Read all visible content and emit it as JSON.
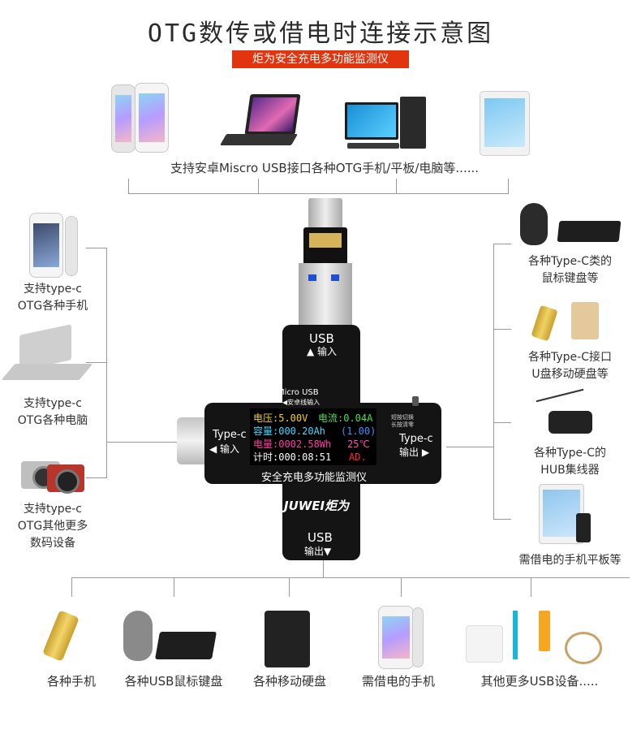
{
  "title": "OTG数传或借电时连接示意图",
  "subtitle": "炬为安全充电多功能监测仪",
  "top_label": "支持安卓Miscro USB接口各种OTG手机/平板/电脑等......",
  "left_labels": [
    [
      "支持type-c",
      "OTG各种手机"
    ],
    [
      "支持type-c",
      "OTG各种电脑"
    ],
    [
      "支持type-c",
      "OTG其他更多",
      "数码设备"
    ]
  ],
  "right_labels": [
    [
      "各种Type-C类的",
      "鼠标键盘等"
    ],
    [
      "各种Type-C接口",
      "U盘移动硬盘等"
    ],
    [
      "各种Type-C的",
      "HUB集线器"
    ],
    [
      "需借电的手机平板等"
    ]
  ],
  "bottom_labels": [
    "各种手机",
    "各种USB鼠标键盘",
    "各种移动硬盘",
    "需借电的手机",
    "其他更多USB设备....."
  ],
  "device": {
    "top_port": "USB",
    "top_sub": "▲ 输入",
    "micro_usb": "Micro USB",
    "micro_sub": "◀安卓线输入",
    "left_port": "Type-c",
    "left_sub": "◀ 输入",
    "right_port": "Type-c",
    "right_sub": "输出 ▶",
    "switch_1": "短按切换",
    "switch_2": "长按清零",
    "bottom_port": "USB",
    "bottom_sub": "输出▼",
    "caption": "安全充电多功能监测仪",
    "brand": "JUWEI炬为",
    "screen": {
      "voltage": "电压:5.00V",
      "current": "电流:0.04A",
      "capacity": "容量:000.20Ah",
      "capacity_extra": "(1.00)",
      "energy": "电量:0002.58Wh",
      "temp": "25℃",
      "timer": "计时:000:08:51",
      "mode": "AD."
    }
  }
}
